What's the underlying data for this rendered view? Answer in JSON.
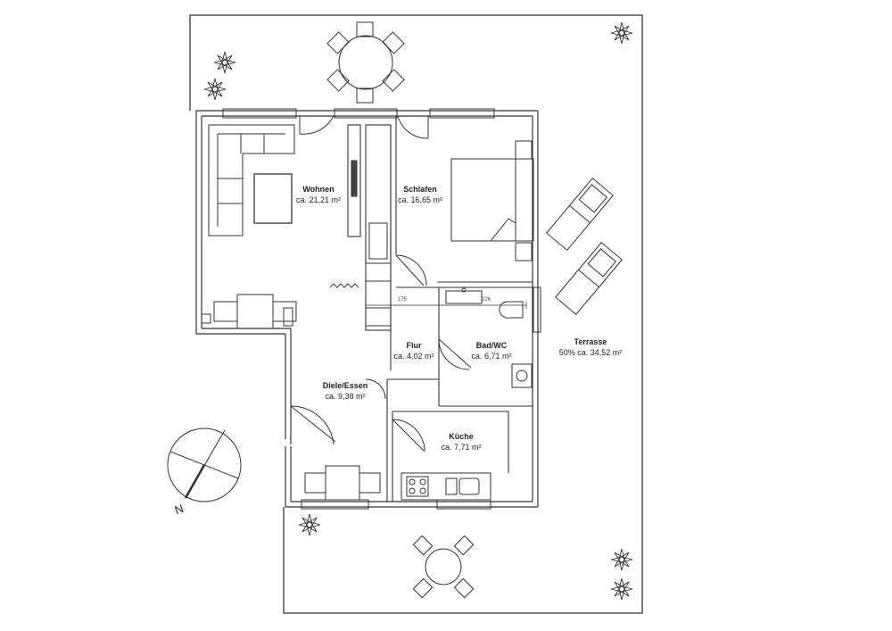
{
  "rooms": {
    "wohnen": {
      "name": "Wohnen",
      "area": "ca. 21,21 m²"
    },
    "schlafen": {
      "name": "Schlafen",
      "area": "ca. 16,65 m²"
    },
    "flur": {
      "name": "Flur",
      "area": "ca. 4,02 m²"
    },
    "bad": {
      "name": "Bad/WC",
      "area": "ca. 6,71 m²"
    },
    "terrasse": {
      "name": "Terrasse",
      "area": "50% ca. 34,52 m²"
    },
    "diele": {
      "name": "Diele/Essen",
      "area": "ca. 9,38 m²"
    },
    "kueche": {
      "name": "Küche",
      "area": "ca. 7,71 m²"
    }
  },
  "dimensions": {
    "flur_width": "175",
    "bad_width": "226"
  },
  "compass": {
    "north_label": "N"
  },
  "colors": {
    "line": "#333333",
    "background": "#ffffff"
  }
}
